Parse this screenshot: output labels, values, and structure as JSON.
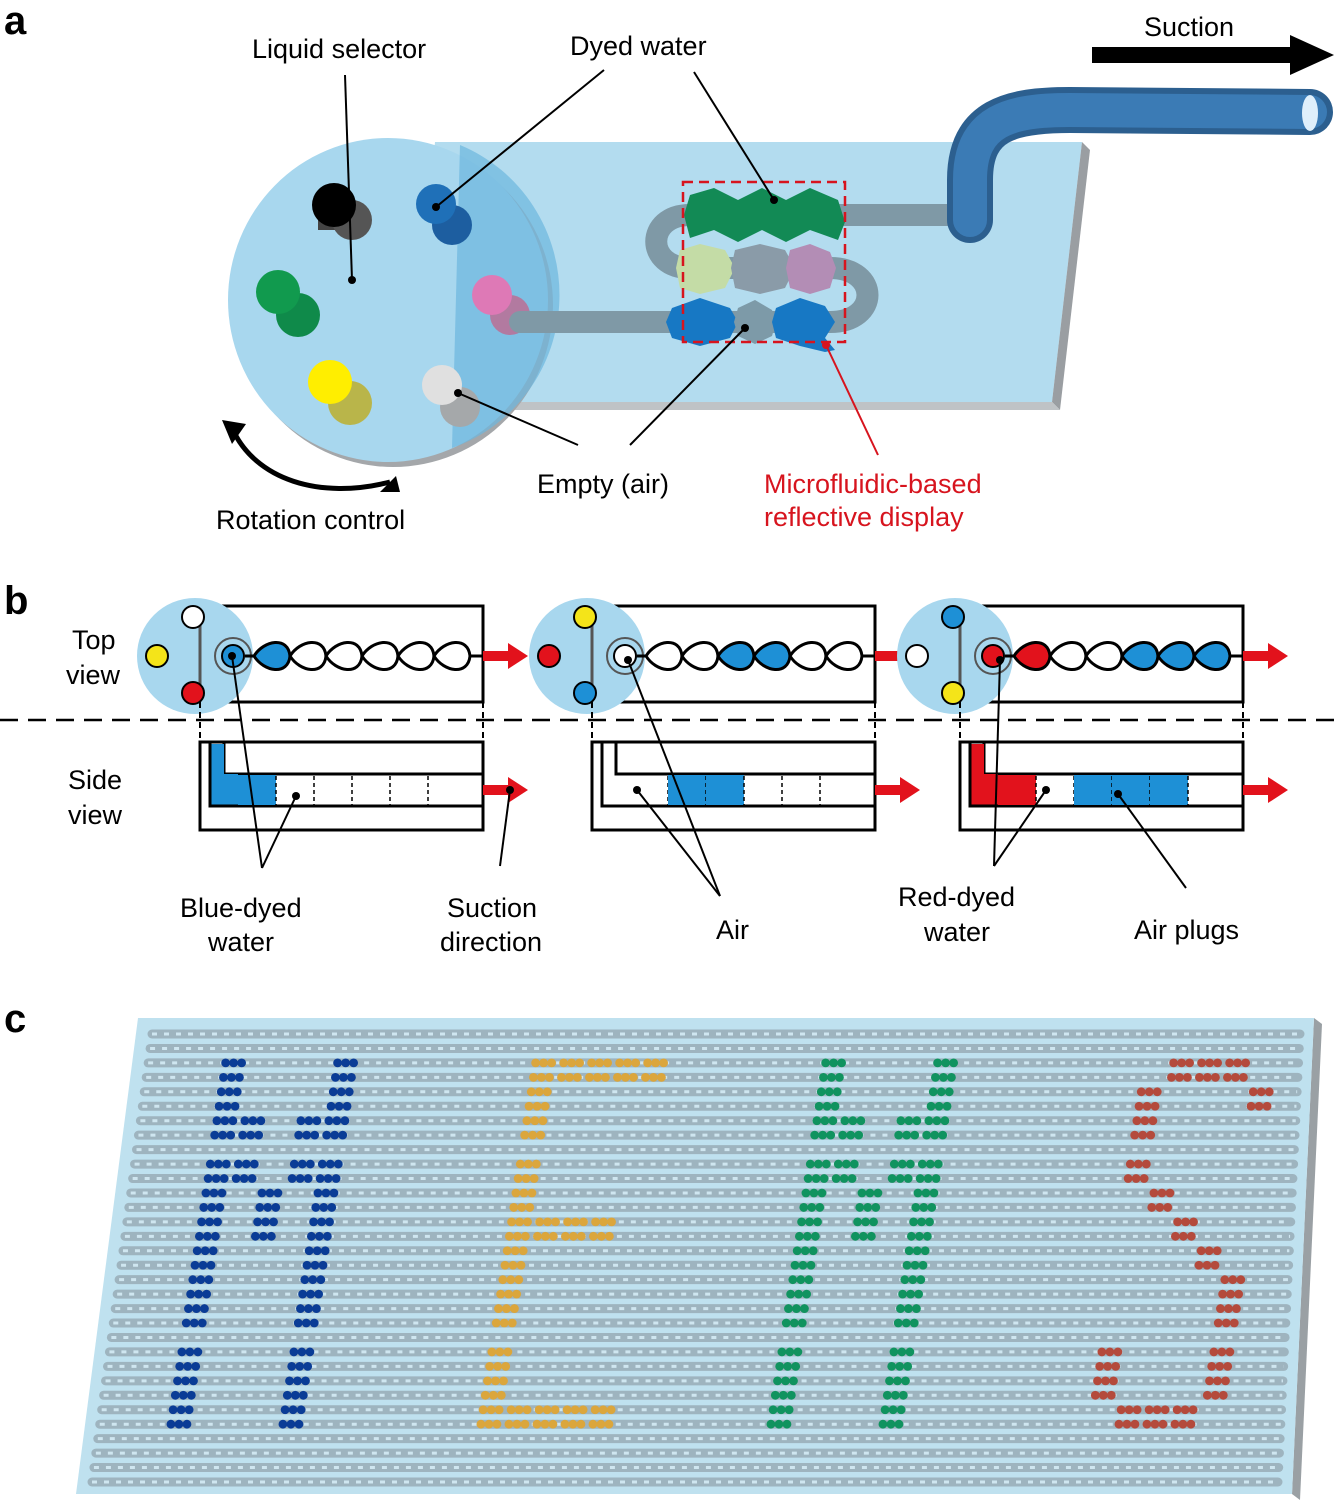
{
  "panels": {
    "a": {
      "letter": "a",
      "labels": {
        "liquid_selector": "Liquid selector",
        "dyed_water": "Dyed water",
        "suction": "Suction",
        "empty_air": "Empty (air)",
        "display_line1": "Microfluidic-based",
        "display_line2": "reflective display",
        "rotation_control": "Rotation control"
      }
    },
    "b": {
      "letter": "b",
      "labels": {
        "top_view_line1": "Top",
        "top_view_line2": "view",
        "side_view_line1": "Side",
        "side_view_line2": "view",
        "blue_dyed_line1": "Blue-dyed",
        "blue_dyed_line2": "water",
        "suction_dir_line1": "Suction",
        "suction_dir_line2": "direction",
        "air": "Air",
        "red_dyed_line1": "Red-dyed",
        "red_dyed_line2": "water",
        "air_plugs": "Air plugs"
      }
    },
    "c": {
      "letter": "c",
      "display_letters": [
        {
          "char": "M",
          "color": "#0a3c96"
        },
        {
          "char": "E",
          "color": "#dba63c"
        },
        {
          "char": "M",
          "color": "#10935f"
        },
        {
          "char": "S",
          "color": "#b44a3c"
        }
      ]
    }
  },
  "colors": {
    "chip": "#b3dcef",
    "selector": "#a8d7ee",
    "channel": "#7d96a3",
    "tube": "#2f6fa6",
    "blue_dye": "#1e90d6",
    "red_dye": "#e2121c",
    "yellow_dye": "#f4e419",
    "green_dye": "#0d9a4c",
    "arrow_red": "#e2121c",
    "display_red": "#d7141e"
  }
}
